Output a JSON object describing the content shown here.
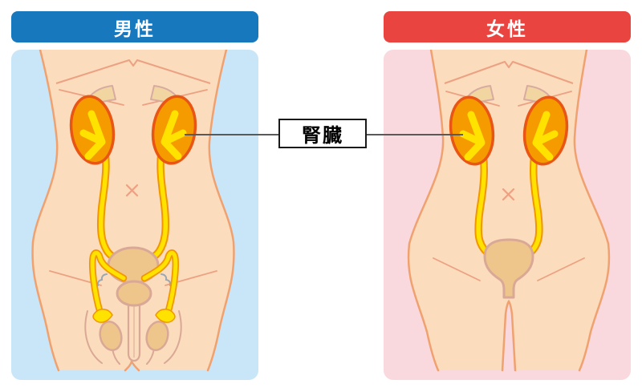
{
  "male_section": {
    "header_label": "男性"
  },
  "female_section": {
    "header_label": "女性"
  },
  "annotation": {
    "label": "腎臓"
  },
  "colors": {
    "male_header_bg": "#1878BE",
    "female_header_bg": "#EA4440",
    "male_panel_bg": "#C9E6F8",
    "female_panel_bg": "#FAD9DE",
    "skin_fill": "#FBDCBC",
    "skin_outline": "#F0A170",
    "inner_body_line": "#ECA183",
    "kidney_fill": "#F59B00",
    "kidney_outline": "#E95514",
    "urinary_tract_yellow": "#FFE200",
    "urinary_tract_edge": "#F29600",
    "organ_tan_fill": "#EEC68C",
    "organ_outline": "#D9A896",
    "adrenal_fill": "#F1D6A2",
    "adrenal_outline": "#D8ABA1",
    "seminal_vesicle_line": "#9AA7B5",
    "annotation_line": "#595959",
    "annotation_box_border": "#1A1A1A"
  }
}
